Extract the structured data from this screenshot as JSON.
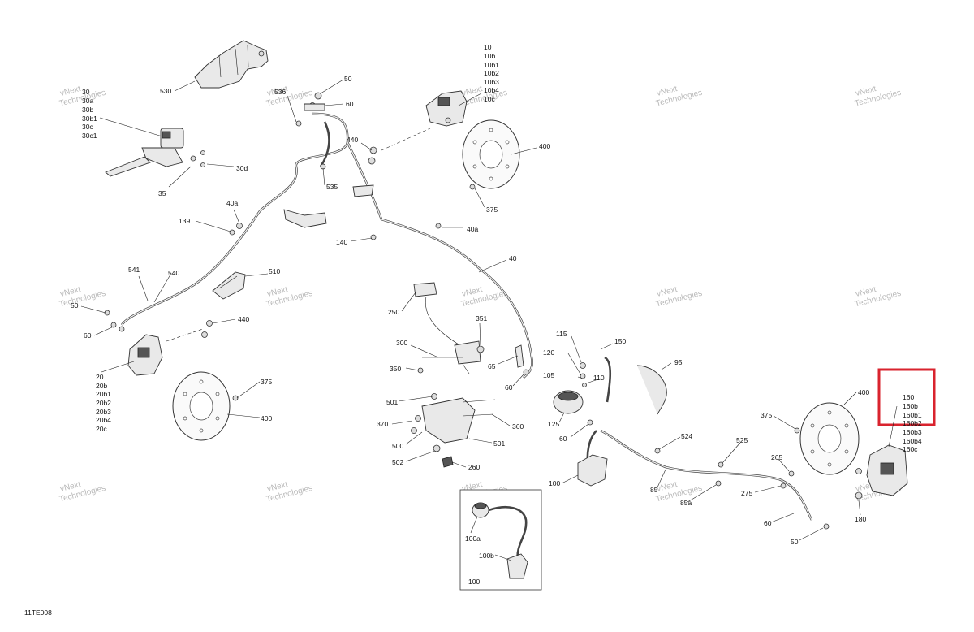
{
  "diagram_code": "11TE008",
  "watermark_line1": "vNext",
  "watermark_line2": "Technologies",
  "highlight_color": "#d9232e",
  "labels": {
    "l530": "530",
    "l30a": "30",
    "l30b": "30a",
    "l30c": "30b",
    "l30d": "30b1",
    "l30e": "30c",
    "l30f": "30c1",
    "l30d2": "30d",
    "l35": "35",
    "l536": "536",
    "l50a": "50",
    "l60a": "60",
    "l535": "535",
    "l10": "10",
    "l10b": "10b",
    "l10b1": "10b1",
    "l10b2": "10b2",
    "l10b3": "10b3",
    "l10b4": "10b4",
    "l10c": "10c",
    "l440a": "440",
    "l400a": "400",
    "l375a": "375",
    "l40a1": "40a",
    "l139": "139",
    "l140": "140",
    "l40a2": "40a",
    "l40": "40",
    "l541": "541",
    "l540": "540",
    "l510": "510",
    "l50b": "50",
    "l60b": "60",
    "l440b": "440",
    "l20": "20",
    "l20b": "20b",
    "l20b1": "20b1",
    "l20b2": "20b2",
    "l20b3": "20b3",
    "l20b4": "20b4",
    "l20c": "20c",
    "l375b": "375",
    "l400b": "400",
    "l250": "250",
    "l351": "351",
    "l300": "300",
    "l350": "350",
    "l65": "65",
    "l60c": "60",
    "l115": "115",
    "l150": "150",
    "l120": "120",
    "l105": "105",
    "l110": "110",
    "l95": "95",
    "l125": "125",
    "l60d": "60",
    "l501a": "501",
    "l370": "370",
    "l360": "360",
    "l500": "500",
    "l501b": "501",
    "l502": "502",
    "l260": "260",
    "l524": "524",
    "l525": "525",
    "l100": "100",
    "l85": "85",
    "l85a": "85a",
    "l400c": "400",
    "l375c": "375",
    "l265": "265",
    "l275": "275",
    "l60e": "60",
    "l50c": "50",
    "l180": "180",
    "l160": "160",
    "l160b": "160b",
    "l160b1": "160b1",
    "l160b2": "160b2",
    "l160b3": "160b3",
    "l160b4": "160b4",
    "l160c": "160c",
    "l100a": "100a",
    "l100b": "100b",
    "l100box": "100"
  }
}
